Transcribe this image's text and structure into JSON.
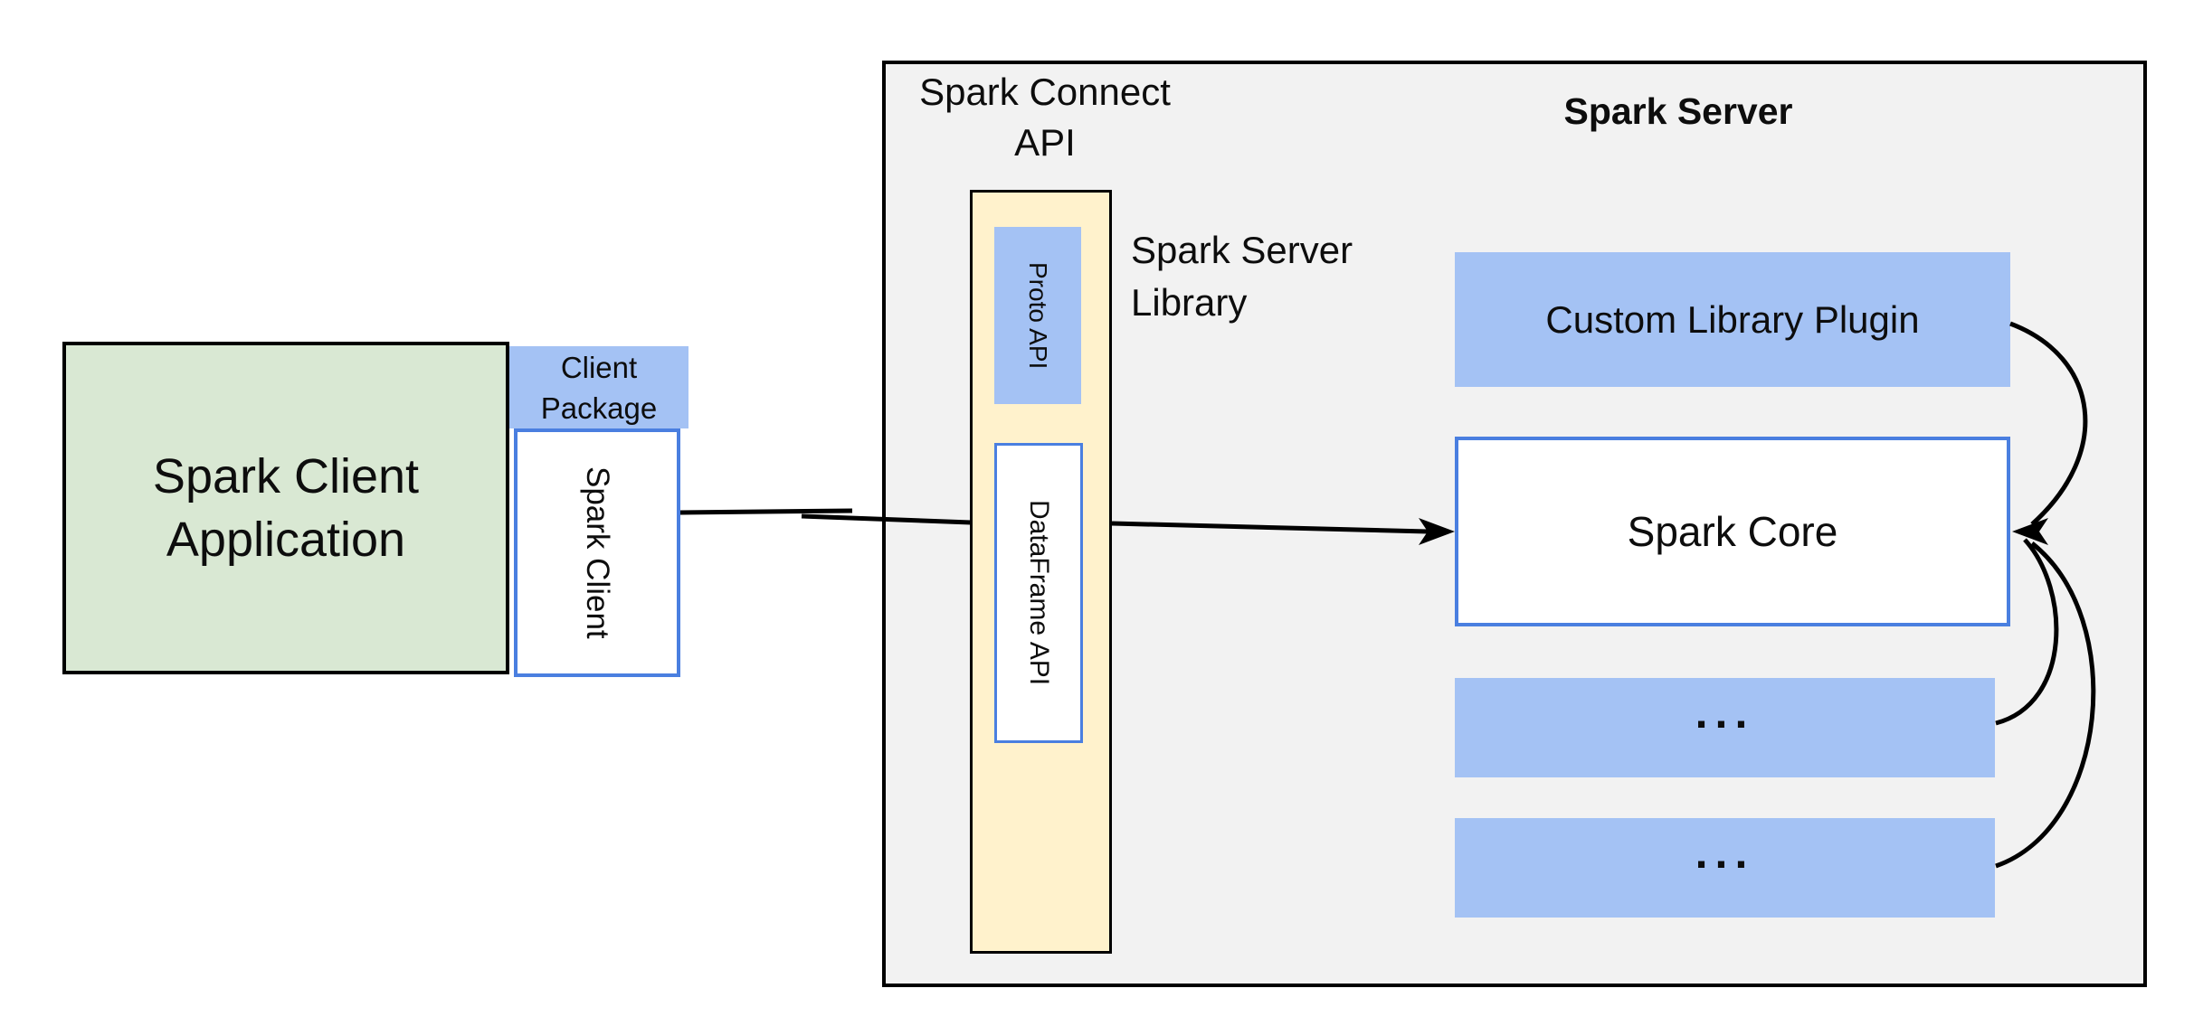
{
  "colors": {
    "green_fill": "#d9e8d3",
    "blue_fill": "#a4c2f4",
    "blue_border": "#4a7fe0",
    "yellow_fill": "#fff2cc",
    "gray_fill": "#f2f2f2",
    "line_black": "#000000"
  },
  "client_app": {
    "line1": "Spark Client",
    "line2": "Application"
  },
  "client_package": {
    "line1": "Client",
    "line2": "Package"
  },
  "spark_client": {
    "label": "Spark Client"
  },
  "connect_api": {
    "title_line1": "Spark Connect",
    "title_line2": "API",
    "proto": "Proto API",
    "dataframe": "DataFrame API"
  },
  "server_library": {
    "line1": "Spark Server",
    "line2": "Library"
  },
  "server": {
    "title": "Spark Server",
    "plugin": "Custom Library Plugin",
    "core": "Spark Core",
    "more1": "...",
    "more2": "..."
  }
}
